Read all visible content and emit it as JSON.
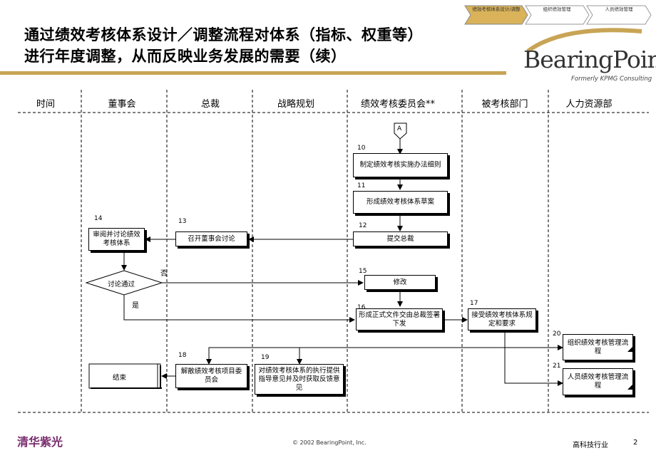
{
  "title": {
    "line1": "通过绩效考核体系设计／调整流程对体系（指标、权重等）",
    "line2": "进行年度调整，从而反映业务发展的需要（续）"
  },
  "breadcrumbs": [
    {
      "label": "绩效考核体系设计/调整",
      "active": true
    },
    {
      "label": "组织绩效管理",
      "active": false
    },
    {
      "label": "人员绩效管理",
      "active": false
    }
  ],
  "logo": {
    "brand": "BearingPoint",
    "sub": "Formerly KPMG Consulting"
  },
  "lanes": [
    "时间",
    "董事会",
    "总裁",
    "战略规划",
    "绩效考核委员会**",
    "被考核部门",
    "人力资源部"
  ],
  "connector": "A",
  "steps": {
    "s10": {
      "num": "10",
      "text": "制定绩效考核实施办法细则"
    },
    "s11": {
      "num": "11",
      "text": "形成绩效考核体系草案"
    },
    "s12": {
      "num": "12",
      "text": "提交总裁"
    },
    "s13": {
      "num": "13",
      "text": "召开董事会讨论"
    },
    "s14": {
      "num": "14",
      "text": "审阅并讨论绩效考核体系"
    },
    "decision": {
      "text": "讨论通过",
      "no": "否",
      "yes": "是"
    },
    "s15": {
      "num": "15",
      "text": "修改"
    },
    "s16": {
      "num": "16",
      "text": "形成正式文件交由总裁签署下发"
    },
    "s17": {
      "num": "17",
      "text": "接受绩效考核体系规定和要求"
    },
    "s18": {
      "num": "18",
      "text": "解散绩效考核项目委员会"
    },
    "s19": {
      "num": "19",
      "text": "对绩效考核体系的执行提供指导意见并及时获取反馈意见"
    },
    "s20": {
      "num": "20",
      "text": "组织绩效考核管理流程"
    },
    "s21": {
      "num": "21",
      "text": "人员绩效考核管理流程"
    },
    "end": {
      "text": "结束"
    }
  },
  "footer": {
    "org": "清华紫光",
    "copyright": "© 2002 BearingPoint,  Inc.",
    "industry": "高科技行业",
    "page": "2"
  }
}
